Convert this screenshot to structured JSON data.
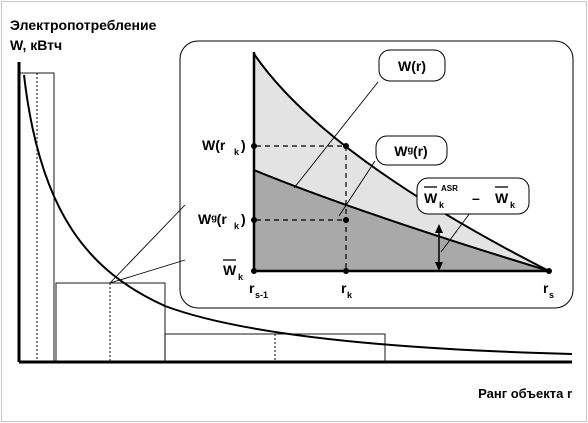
{
  "outer_chart": {
    "y_axis_title_line1": "Электропотребление",
    "y_axis_title_line2": "W, кВтч",
    "x_axis_title": "Ранг объекта r"
  },
  "inset": {
    "curve_label_w": "W(r)",
    "curve_label_wg": "Wᵍ(r)",
    "diff_label": {
      "term1_base": "W",
      "term1_sub": "k",
      "term1_sup": "ASR",
      "operator": "–",
      "term2_base": "W",
      "term2_sub": "k"
    },
    "y_labels": {
      "w_rk": {
        "base": "W(r",
        "sub": "k",
        "close": ")"
      },
      "wg_rk": {
        "base": "Wᵍ(r",
        "sub": "k",
        "close": ")"
      },
      "w_k_bar": {
        "base": "W",
        "sub": "k"
      }
    },
    "x_labels": {
      "r_s_minus_1": {
        "base": "r",
        "sub": "s-1"
      },
      "r_k": {
        "base": "r",
        "sub": "k"
      },
      "r_s": {
        "base": "r",
        "sub": "s"
      }
    }
  },
  "colors": {
    "upper_region_fill": "#e3e3e3",
    "lower_region_fill": "#a9a9a9",
    "line": "#000000",
    "background": "#ffffff"
  }
}
